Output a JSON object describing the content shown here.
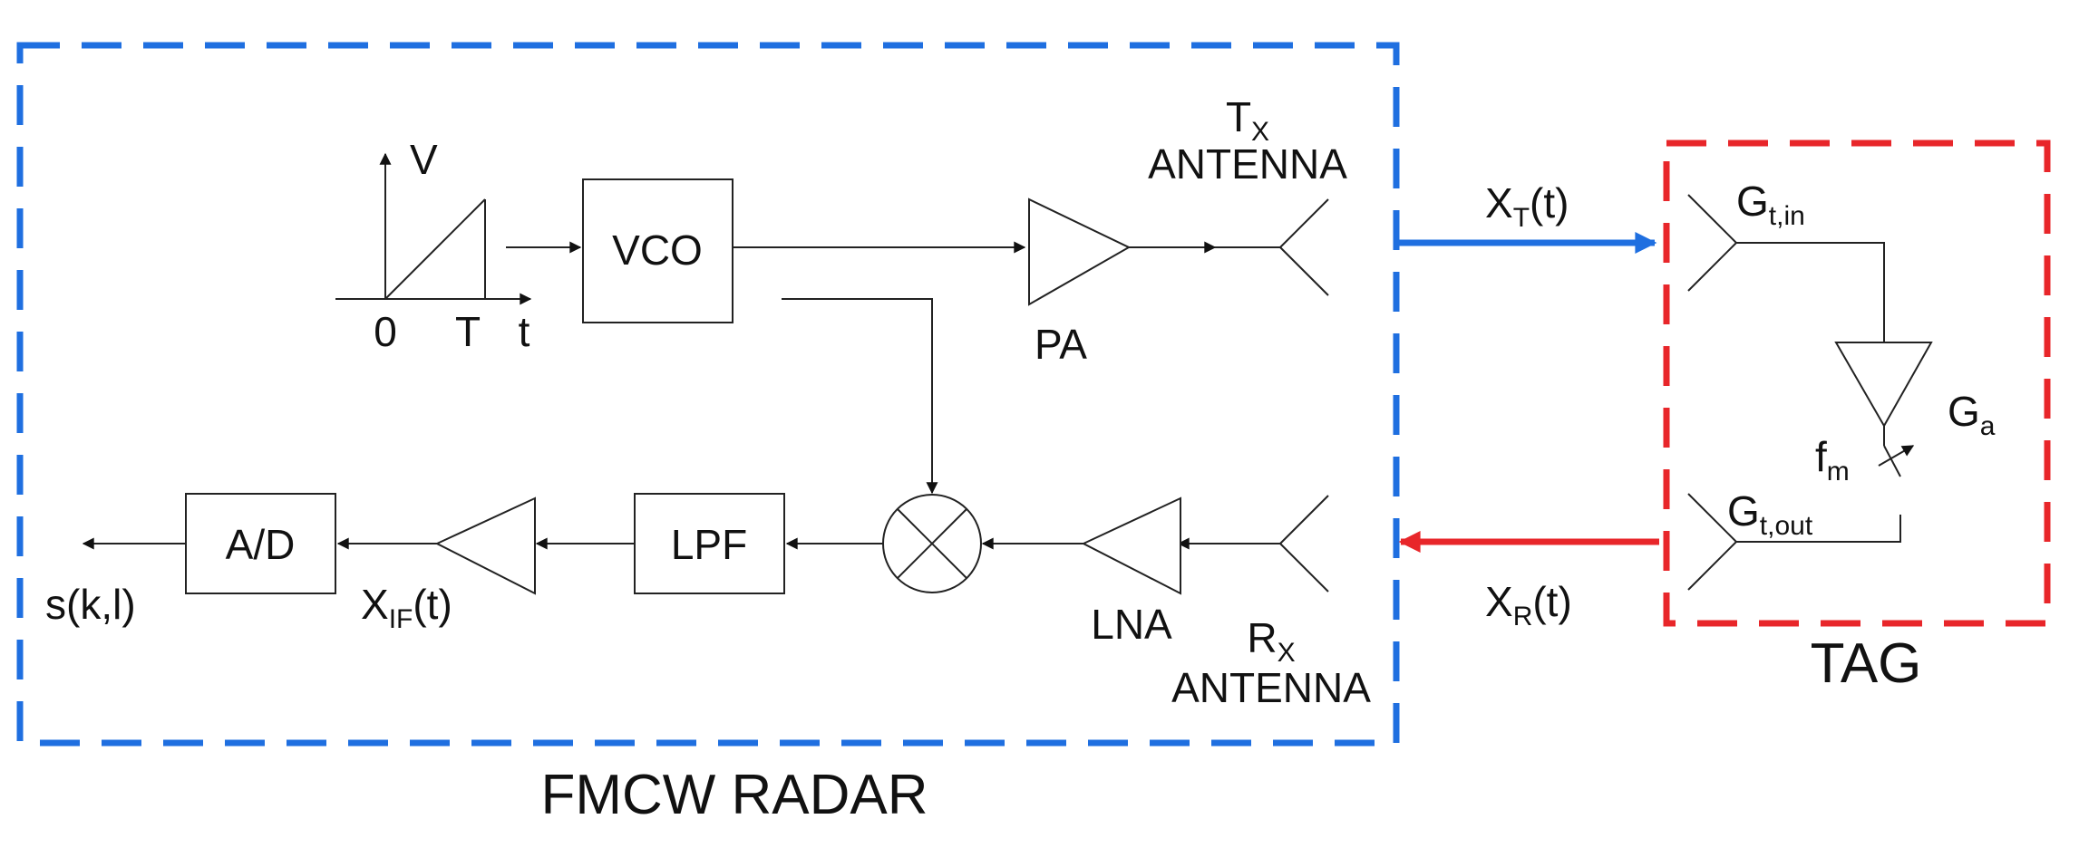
{
  "groups": {
    "radar": {
      "label": "FMCW RADAR",
      "color": "#1f6fe0"
    },
    "tag": {
      "label": "TAG",
      "color": "#e8262a"
    }
  },
  "waveform": {
    "v_axis": "V",
    "t_axis": "t",
    "origin": "0",
    "period": "T"
  },
  "blocks": {
    "vco": "VCO",
    "pa": "PA",
    "lna": "LNA",
    "lpf": "LPF",
    "adc": "A/D"
  },
  "antennas": {
    "tx": {
      "main": "T",
      "sub": "X",
      "line2": "ANTENNA"
    },
    "rx": {
      "main": "R",
      "sub": "X",
      "line2": "ANTENNA"
    }
  },
  "signals": {
    "xt": {
      "main": "X",
      "sub": "T",
      "rest": "(t)",
      "color": "#1f6fe0"
    },
    "xr": {
      "main": "X",
      "sub": "R",
      "rest": "(t)",
      "color": "#e8262a"
    },
    "xif": {
      "main": "X",
      "sub": "IF",
      "rest": "(t)"
    },
    "output": "s(k,l)"
  },
  "tag_parts": {
    "gain_in": {
      "main": "G",
      "sub": "t,in"
    },
    "gain_out": {
      "main": "G",
      "sub": "t,out"
    },
    "amp_gain": {
      "main": "G",
      "sub": "a"
    },
    "mod_freq": {
      "main": "f",
      "sub": "m"
    }
  }
}
